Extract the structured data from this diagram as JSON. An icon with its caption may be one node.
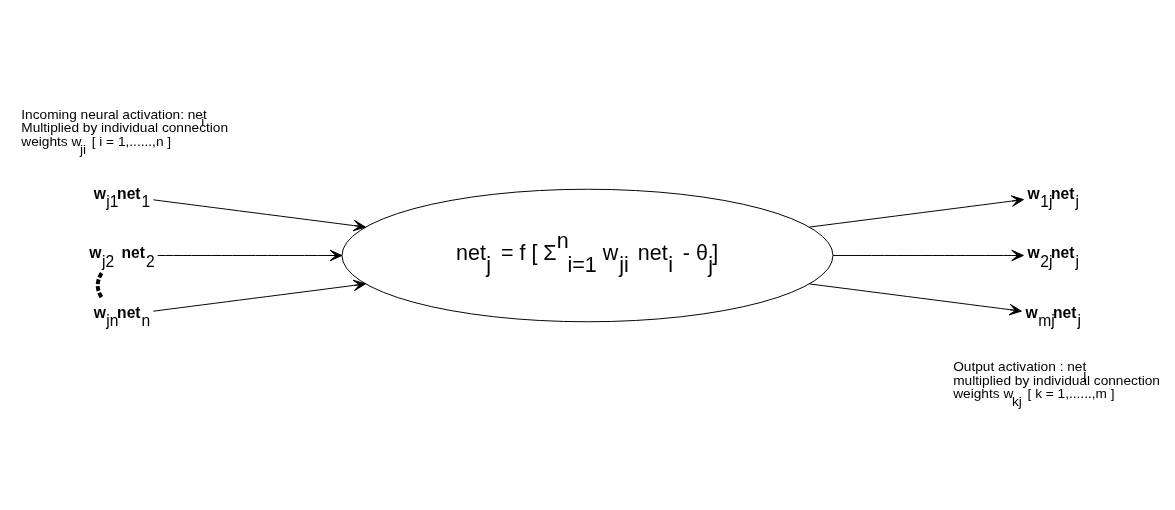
{
  "diagram": {
    "nodes": [
      {
        "text": [
          "**w**$_{j1}$**net**$_{1}$"
        ]
      },
      {
        "text": [
          "**w**$_{j2}$ **net**$_{2}$"
        ]
      },
      {
        "text": [
          "**w**$_{jn}$**net**$_{n}$"
        ]
      },
      {
        "text": [
          "net$_{j}$ = f [ Σ$^{n}$$_{i=1}$ w$_{ji}$ net$_{i}$ - θ$_{j}$]"
        ]
      },
      {
        "text": [
          "**w**$_{1j}$**net**$_{j}$"
        ]
      },
      {
        "text": [
          "**w**$_{2j}$**net**$_{j}$"
        ]
      },
      {
        "text": [
          "**w**$_{mj}$**net**$_{j}$"
        ]
      }
    ],
    "edges": [
      {
        "from": 0,
        "to": 3,
        "arrow": "to"
      },
      {
        "from": 1,
        "to": 3,
        "arrow": "to"
      },
      {
        "from": 2,
        "to": 3,
        "arrow": "to"
      },
      {
        "from": 3,
        "to": 4,
        "arrow": "to"
      },
      {
        "from": 3,
        "to": 5,
        "arrow": "to"
      },
      {
        "from": 3,
        "to": 6,
        "arrow": "to"
      },
      {
        "from": 1,
        "to": 2,
        "arrow": "none",
        "style": "dashed"
      }
    ],
    "labels": [
      "Incoming neural activation: net$_{i}$ Multiplied by individual connection weights w$_{ji}$ [ i = 1,......,n ]",
      "Output activation : net$_{j}$ multiplied by individual connection weights w$_{kj}$ [ k = 1,......,m ]"
    ]
  }
}
